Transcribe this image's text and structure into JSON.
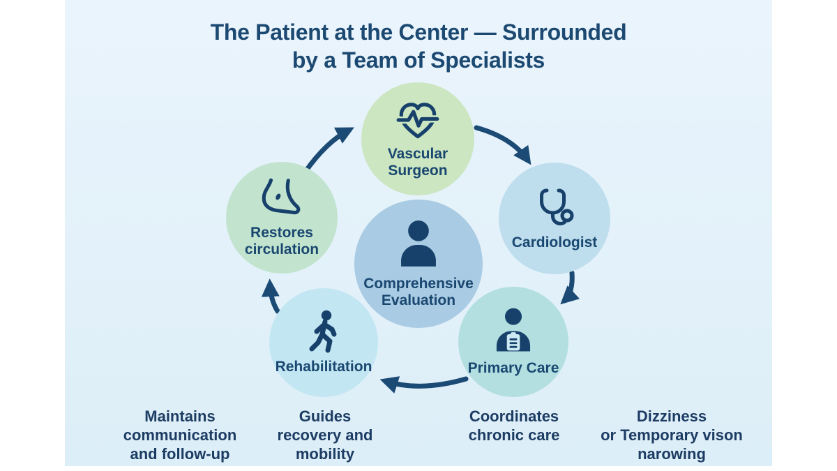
{
  "title": "The Patient at the Center — Surrounded\nby a Team of Specialists",
  "diagram": {
    "flow": "clockwise",
    "center": {
      "id": "comprehensive-evaluation",
      "label": "Comprehensive\nEvaluation",
      "icon": "patient-person-icon",
      "color": "#a9cbe3"
    },
    "nodes": [
      {
        "id": "vascular-surgeon",
        "label": "Vascular\nSurgeon",
        "icon": "heart-pulse-icon",
        "color": "#cbe6c1"
      },
      {
        "id": "cardiologist",
        "label": "Cardiologist",
        "icon": "stethoscope-icon",
        "color": "#bedded"
      },
      {
        "id": "primary-care",
        "label": "Primary Care",
        "icon": "clinician-clipboard-icon",
        "color": "#b3dfe1"
      },
      {
        "id": "rehabilitation",
        "label": "Rehabilitation",
        "icon": "walking-person-icon",
        "color": "#c3e6f3"
      },
      {
        "id": "restores-circulation",
        "label": "Restores\ncirculation",
        "icon": "foot-icon",
        "color": "#c2e4cf"
      }
    ]
  },
  "captions": [
    {
      "text": "Maintains\ncommunication\nand follow-up"
    },
    {
      "text": "Guides\nrecovery and\nmobility"
    },
    {
      "text": "Coordinates\nchronic care"
    },
    {
      "text": "Dizziness\nor Temporary vison\nnarowing"
    }
  ],
  "colors": {
    "background": "#e3f1fa",
    "ink": "#1b4a74",
    "arrow": "#1b4a74",
    "side_margins": "#ffffff"
  }
}
